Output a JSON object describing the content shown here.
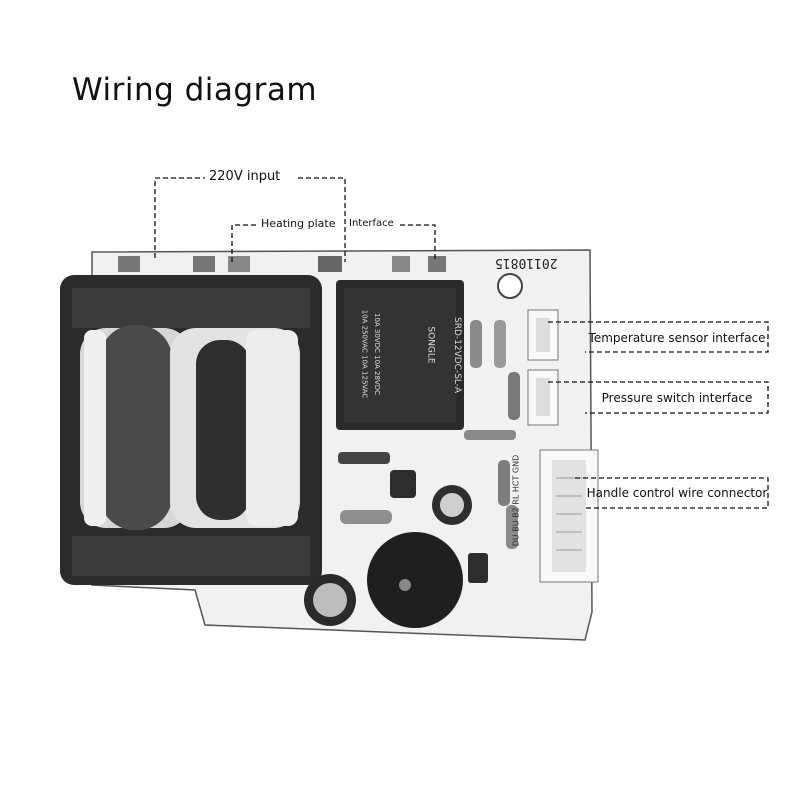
{
  "title": "Wiring diagram",
  "labels": {
    "input_220v": "220V input",
    "heating_plate": "Heating plate",
    "interface": "Interface",
    "temperature_sensor": "Temperature sensor interface",
    "pressure_switch": "Pressure switch interface",
    "handle_control": "Handle control wire connector"
  },
  "board_markings": {
    "date_code": "20110815",
    "relay_brand": "SONGLE",
    "relay_model": "SRD-12VDC-SL-A",
    "relay_rating_1": "10A 250VAC 10A 125VAC",
    "relay_rating_2": "10A 30VDC 10A 28VDC",
    "connector_pins": "DU BU B2 RL HCT GND"
  }
}
